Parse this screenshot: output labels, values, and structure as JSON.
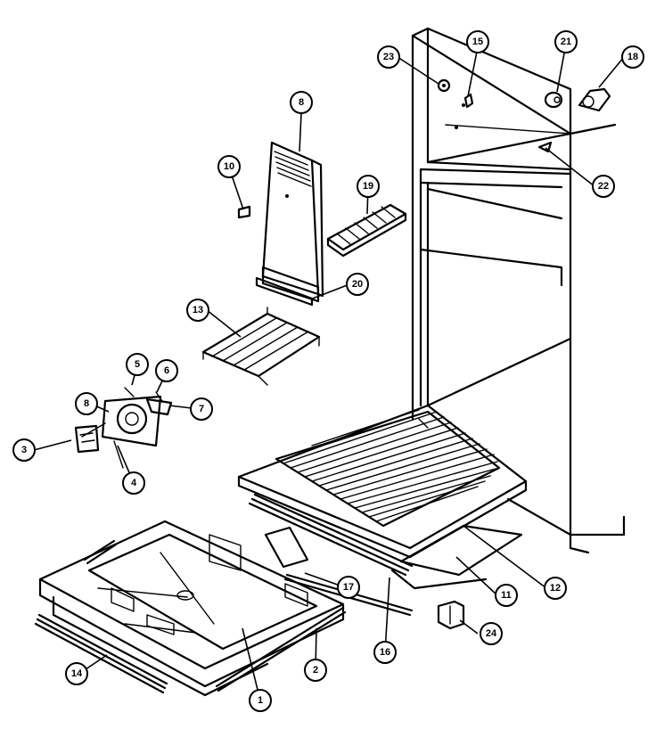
{
  "callouts": [
    {
      "id": "c1",
      "label": "1"
    },
    {
      "id": "c2",
      "label": "2"
    },
    {
      "id": "c3",
      "label": "3"
    },
    {
      "id": "c4",
      "label": "4"
    },
    {
      "id": "c5",
      "label": "5"
    },
    {
      "id": "c6",
      "label": "6"
    },
    {
      "id": "c7",
      "label": "7"
    },
    {
      "id": "c8a",
      "label": "8"
    },
    {
      "id": "c8b",
      "label": "8"
    },
    {
      "id": "c10",
      "label": "10"
    },
    {
      "id": "c11",
      "label": "11"
    },
    {
      "id": "c12",
      "label": "12"
    },
    {
      "id": "c13",
      "label": "13"
    },
    {
      "id": "c14",
      "label": "14"
    },
    {
      "id": "c15",
      "label": "15"
    },
    {
      "id": "c16",
      "label": "16"
    },
    {
      "id": "c17",
      "label": "17"
    },
    {
      "id": "c18",
      "label": "18"
    },
    {
      "id": "c19",
      "label": "19"
    },
    {
      "id": "c20",
      "label": "20"
    },
    {
      "id": "c21",
      "label": "21"
    },
    {
      "id": "c22",
      "label": "22"
    },
    {
      "id": "c23",
      "label": "23"
    },
    {
      "id": "c24",
      "label": "24"
    }
  ]
}
